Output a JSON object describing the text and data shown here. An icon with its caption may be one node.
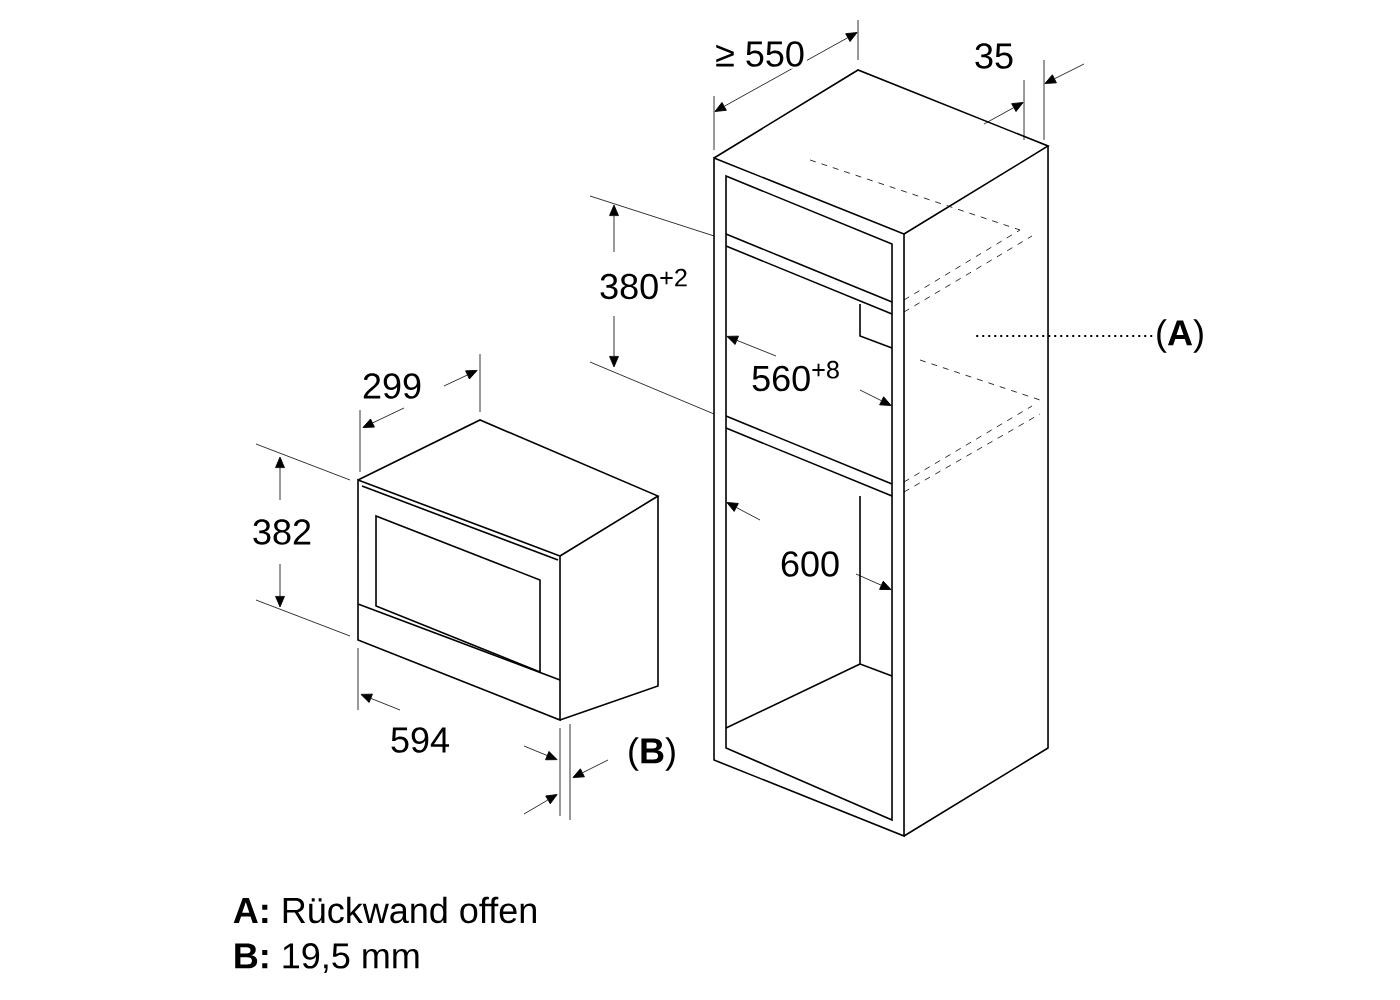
{
  "diagram": {
    "nodes": [
      {
        "text": [
          "(**A**)"
        ]
      },
      {
        "text": [],
        "shape": "picture"
      }
    ],
    "edges": [
      {
        "from": 0,
        "to": 1,
        "arrow": "none",
        "style": "dashed"
      }
    ],
    "labels": [
      "≥ 550",
      "35",
      "380$^{+2}$",
      "560$^{+8}$",
      "299",
      "382",
      "600",
      "594",
      "(**B**)",
      "**A:** Rückwand offen",
      "**B:** 19,5 mm"
    ]
  }
}
